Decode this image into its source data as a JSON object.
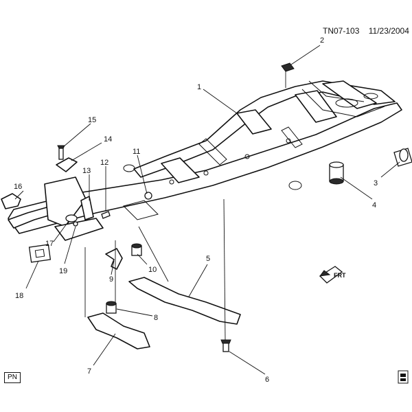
{
  "header": {
    "doc_id": "TN07-103",
    "date": "11/23/2004"
  },
  "footer": {
    "pn_label": "PN"
  },
  "front_indicator": "FRT",
  "callouts": [
    "1",
    "2",
    "3",
    "4",
    "5",
    "6",
    "7",
    "8",
    "9",
    "10",
    "11",
    "12",
    "13",
    "14",
    "15",
    "16",
    "17",
    "18",
    "19"
  ]
}
